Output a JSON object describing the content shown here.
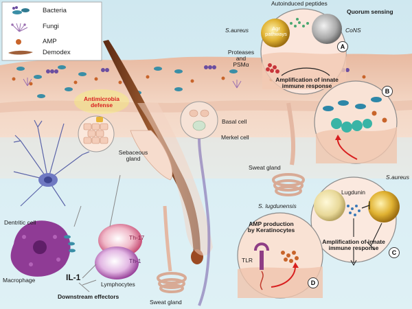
{
  "legend": {
    "items": [
      {
        "label": "Bacteria",
        "icon": "bacteria-icon"
      },
      {
        "label": "Fungi",
        "icon": "fungi-icon"
      },
      {
        "label": "AMP",
        "icon": "amp-icon"
      },
      {
        "label": "Demodex",
        "icon": "demodex-icon"
      }
    ]
  },
  "top": {
    "autoinduced_peptides": "Autoinduced peptides",
    "quorum_sensing": "Quorum sensing",
    "saureus": "S.aureus",
    "agr_pathways": "Agr\npathways",
    "cons": "CoNS",
    "proteases": "Proteases\nand\nPSMα",
    "amplification_a": "Amplification of innate\nimmune response"
  },
  "skin": {
    "antimicrobial_defense": "Antimicrobia\ndefense",
    "sebaceous_gland": "Sebaceous\ngland",
    "basal_cell": "Basal cell",
    "merkel_cell": "Merkel cell",
    "sweat_gland_right": "Sweat gland",
    "sweat_gland_bottom": "Sweat gland"
  },
  "immune": {
    "dendritic_cell": "Dentritic cell",
    "macrophage": "Macrophage",
    "il1": "IL-1",
    "lymphocytes": "Lymphocytes",
    "th17": "Th-17",
    "th1": "Th-1",
    "downstream": "Downstream effectors"
  },
  "panel_c": {
    "s_lugdunensis": "S. lugdunensis",
    "saureus": "S.aureus",
    "lugdunin": "Lugdunin",
    "amplification": "Amplification of innate\nimmune response"
  },
  "panel_d": {
    "amp_production": "AMP production\nby Keratinocytes",
    "tlr": "TLR"
  },
  "panel_letters": [
    "A",
    "B",
    "C",
    "D"
  ],
  "colors": {
    "skin_top": "#f0d2bf",
    "dermis": "#f7e6da",
    "background": "#d6ebf2",
    "bacteria": "#3a8ea6",
    "amp": "#c8642a",
    "fungi": "#9a6fb0",
    "hair": "#7a3a1c",
    "saureus_yellow": "#d9a527",
    "cons_gray": "#a9a9a9",
    "red_text": "#d81f1f"
  }
}
